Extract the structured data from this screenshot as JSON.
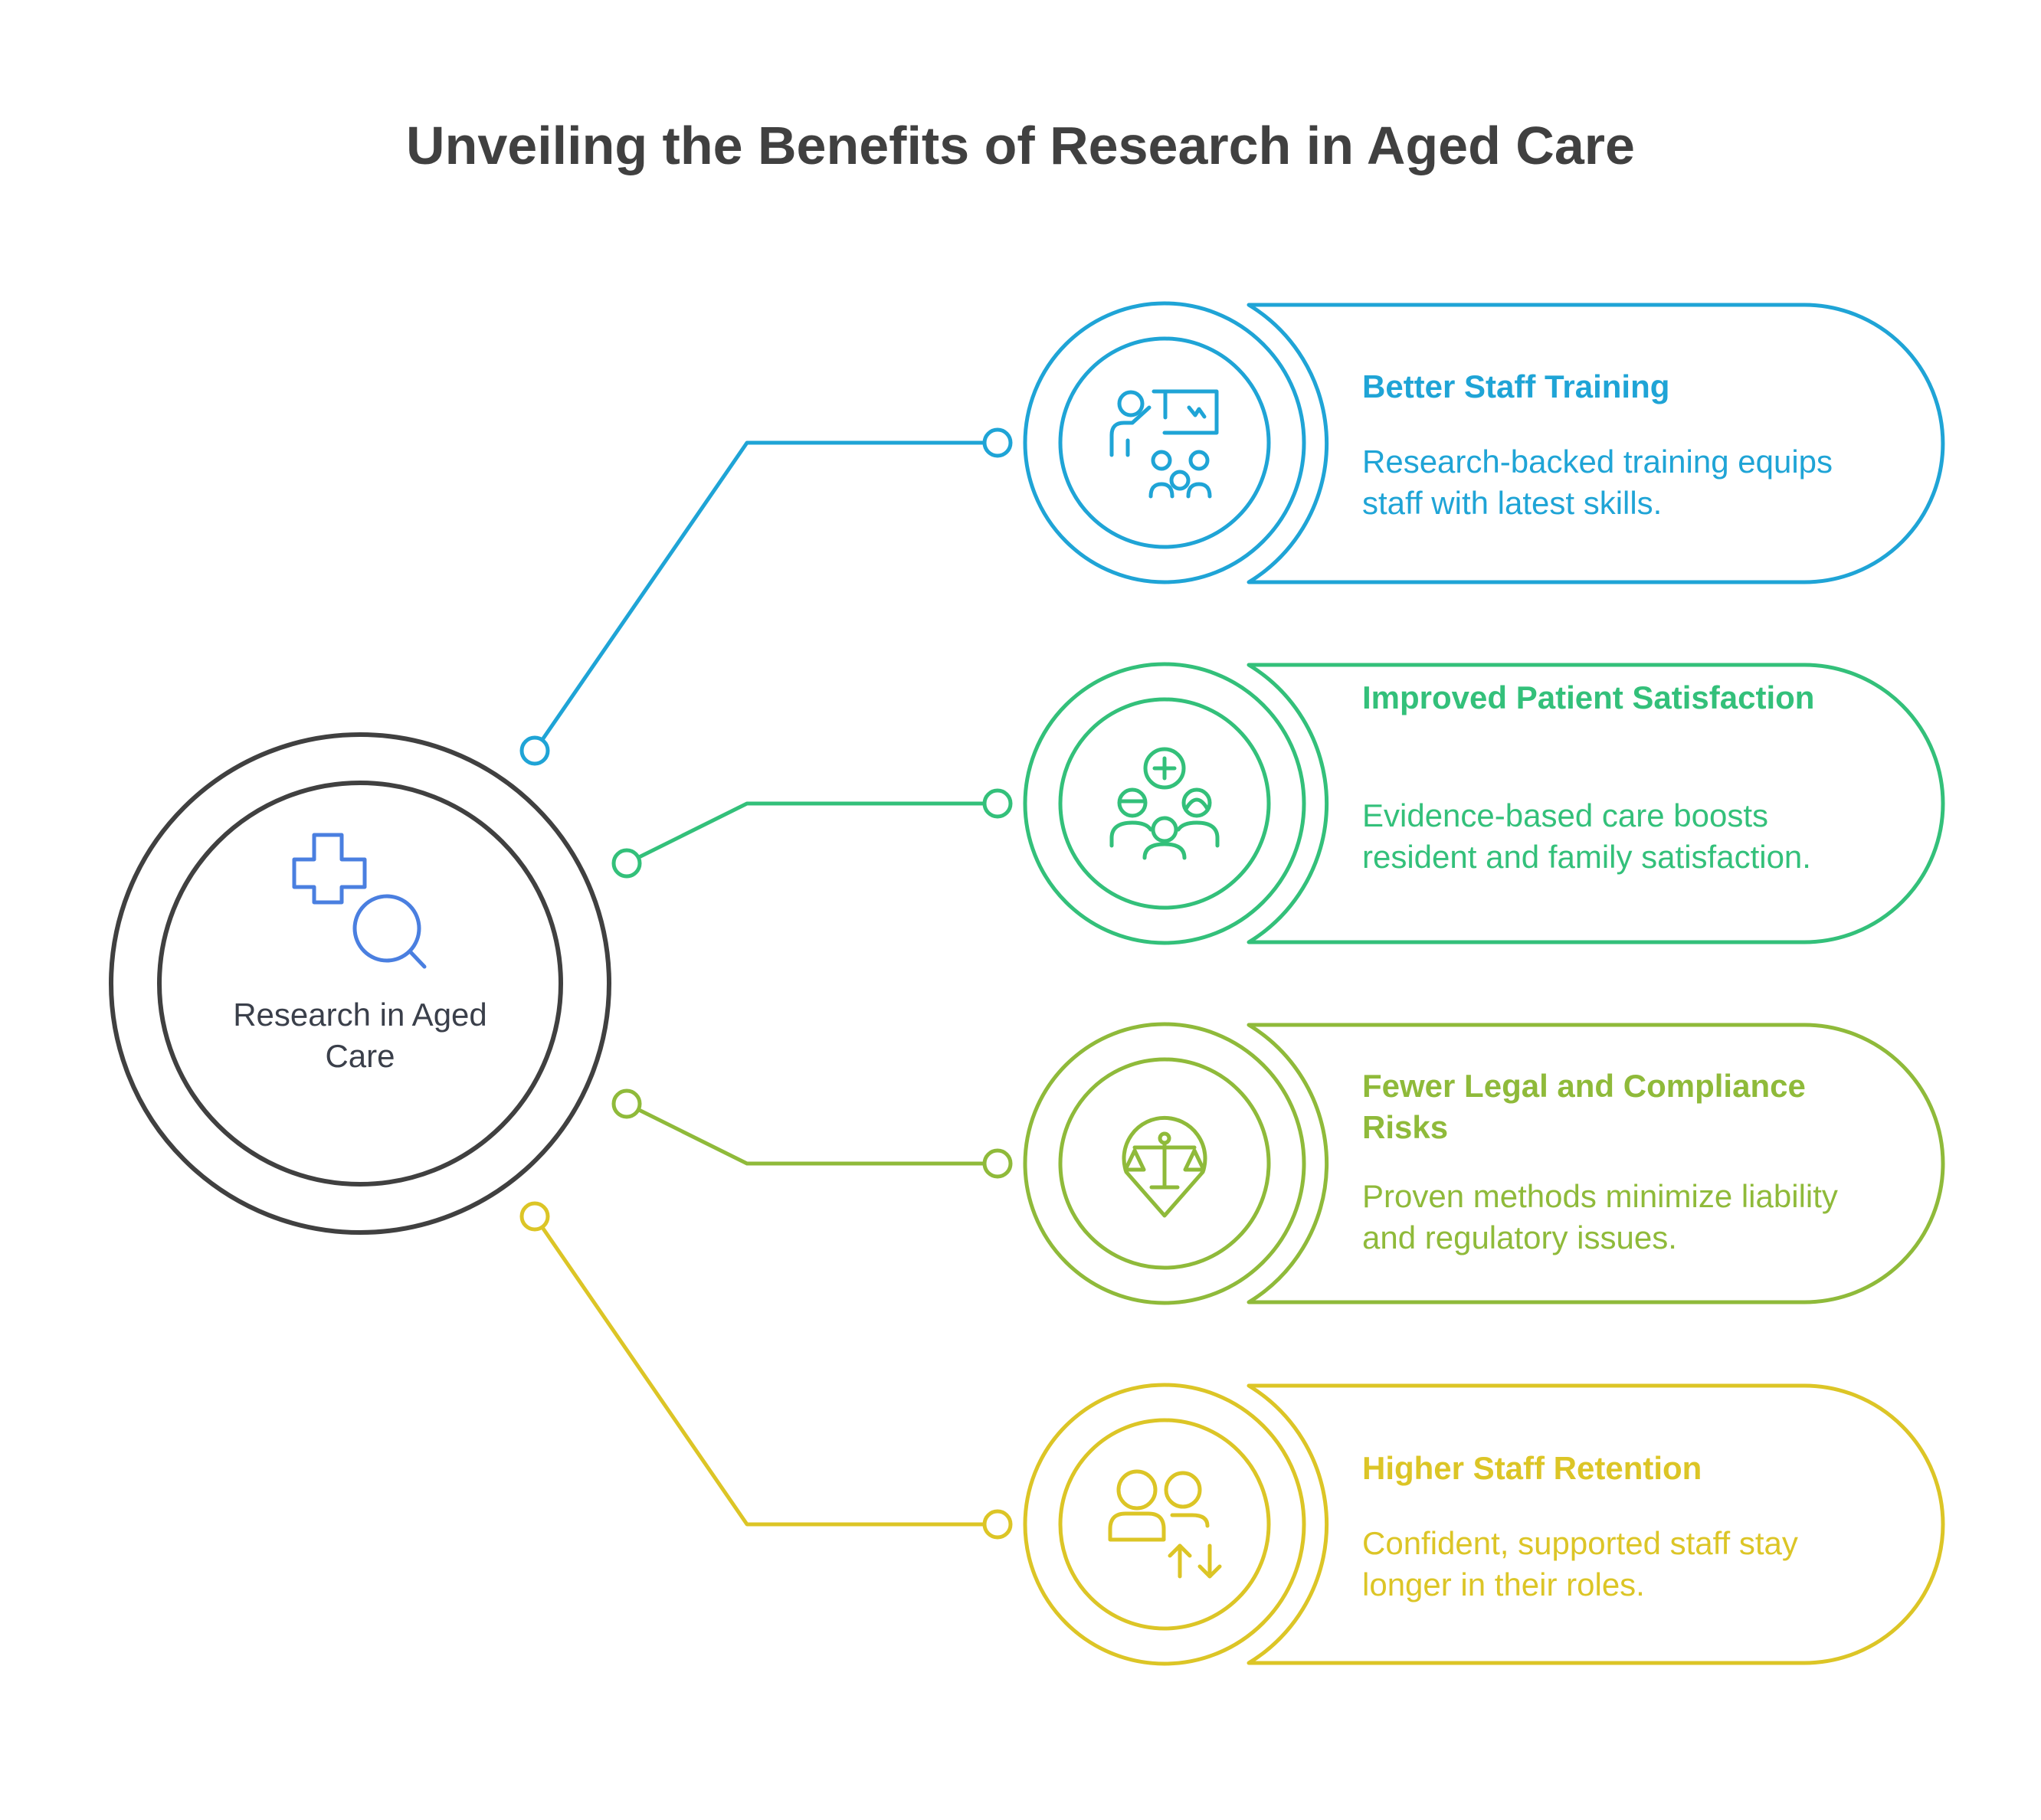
{
  "title": "Unveiling the Benefits of Research in Aged Care",
  "center": {
    "label": "Research in Aged Care",
    "color": "#404040",
    "icon": "medical-research-icon",
    "icon_color": "#4a7fe0"
  },
  "items": [
    {
      "title": "Better Staff Training",
      "description": "Research-backed training equips staff with latest skills.",
      "color": "#1fa4d6",
      "icon": "teacher-presentation-icon"
    },
    {
      "title": "Improved Patient Satisfaction",
      "description": "Evidence-based care boosts resident and family satisfaction.",
      "color": "#33c07a",
      "icon": "patient-care-group-icon"
    },
    {
      "title": "Fewer Legal and Compliance Risks",
      "description": "Proven methods minimize liability and regulatory issues.",
      "color": "#8fba3a",
      "icon": "legal-scale-icon"
    },
    {
      "title": "Higher Staff Retention",
      "description": "Confident, supported staff stay longer in their roles.",
      "color": "#dcc526",
      "icon": "staff-exchange-icon"
    }
  ]
}
